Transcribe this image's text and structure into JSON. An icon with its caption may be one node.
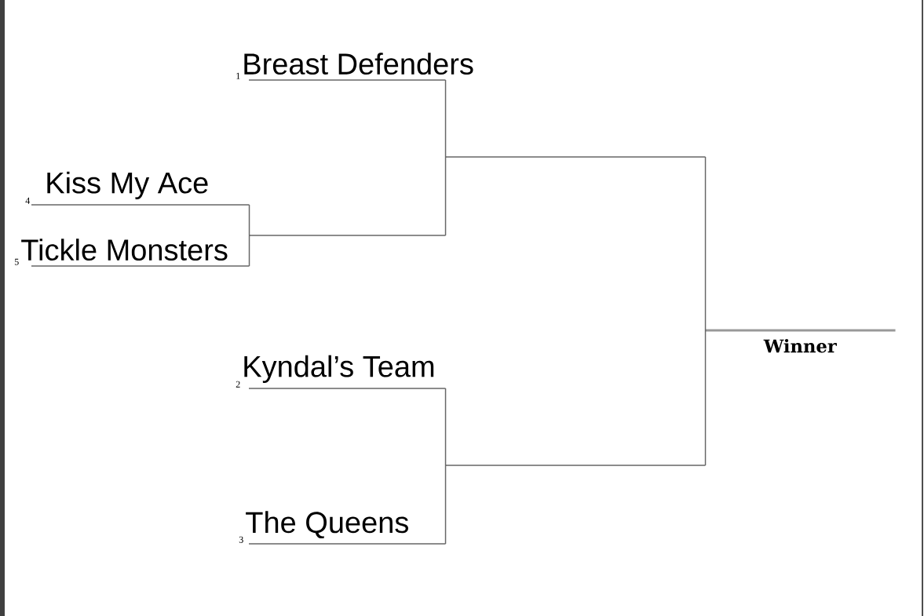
{
  "diagram": {
    "nodes": [
      {
        "text": [
          "Breast Defenders"
        ],
        "beside": [
          "1"
        ]
      },
      {
        "text": [
          "Kiss My Ace"
        ],
        "beside": [
          "4"
        ]
      },
      {
        "text": [
          "Tickle Monsters"
        ],
        "beside": [
          "5"
        ]
      },
      {
        "text": [
          "Kyndal’s Team"
        ],
        "beside": [
          "2"
        ]
      },
      {
        "text": [
          "The Queens"
        ],
        "beside": [
          "3"
        ]
      },
      {
        "text": [],
        "shape": "line"
      },
      {
        "text": [],
        "shape": "line"
      },
      {
        "text": [],
        "shape": "line"
      },
      {
        "text": [
          "Winner"
        ]
      }
    ],
    "edges": [
      {
        "from": 1,
        "to": 5,
        "arrow": "none"
      },
      {
        "from": 2,
        "to": 5,
        "arrow": "none"
      },
      {
        "from": 0,
        "to": 6,
        "arrow": "none"
      },
      {
        "from": 5,
        "to": 6,
        "arrow": "none"
      },
      {
        "from": 3,
        "to": 7,
        "arrow": "none"
      },
      {
        "from": 4,
        "to": 7,
        "arrow": "none"
      },
      {
        "from": 6,
        "to": 8,
        "arrow": "none"
      },
      {
        "from": 7,
        "to": 8,
        "arrow": "none"
      }
    ]
  }
}
